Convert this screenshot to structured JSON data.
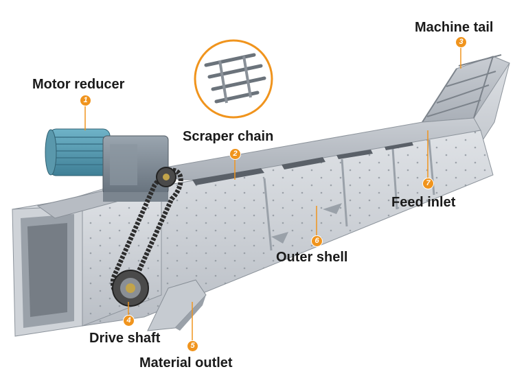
{
  "accent_color": "#f0941d",
  "components": [
    {
      "num": "1",
      "label": "Motor reducer"
    },
    {
      "num": "2",
      "label": "Scraper chain"
    },
    {
      "num": "3",
      "label": "Machine tail"
    },
    {
      "num": "4",
      "label": "Drive shaft"
    },
    {
      "num": "5",
      "label": "Material outlet"
    },
    {
      "num": "6",
      "label": "Outer shell"
    },
    {
      "num": "7",
      "label": "Feed inlet"
    }
  ]
}
